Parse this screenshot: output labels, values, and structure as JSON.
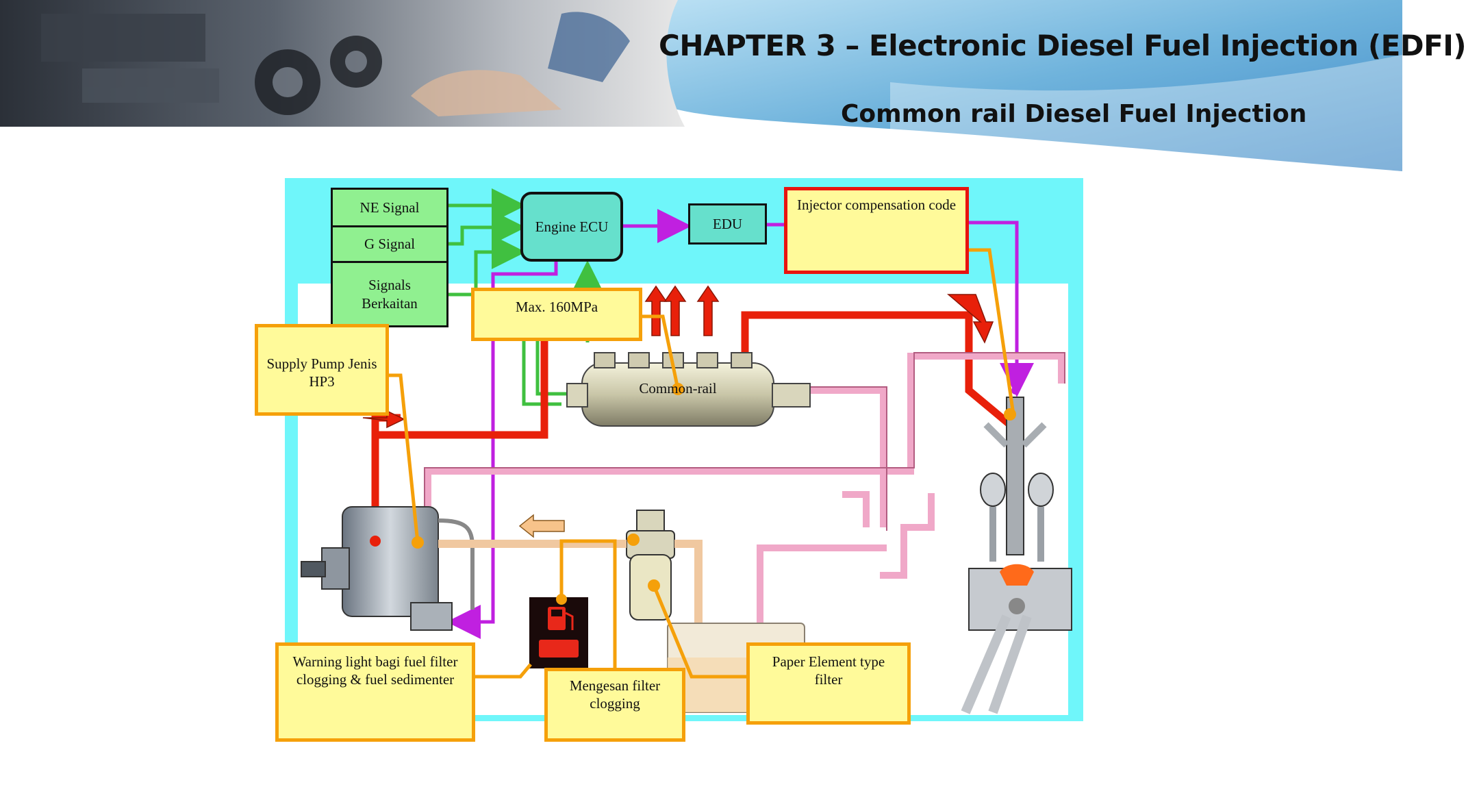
{
  "header": {
    "chapter_title": "CHAPTER 3 – Electronic Diesel Fuel Injection (EDFI)",
    "subtitle": "Common rail Diesel Fuel Injection"
  },
  "diagram": {
    "ne_signal": "NE Signal",
    "g_signal": "G Signal",
    "signals_berkaitan": "Signals\nBerkaitan",
    "engine_ecu": "Engine ECU",
    "edu": "EDU",
    "injector_code": "Injector compensation code",
    "max_pressure": "Max. 160MPa",
    "supply_pump": "Supply Pump Jenis\nHP3",
    "common_rail": "Common-rail",
    "warning_light": "Warning light bagi fuel filter\nclogging & fuel sedimenter",
    "mengesan_filter": "Mengesan filter\nclogging",
    "paper_element": "Paper Element type\nfilter"
  },
  "colors": {
    "cyan_bg": "#6ff6fa",
    "high_pressure": "#e8200a",
    "return_line": "#f0a8c8",
    "signal_line": "#c020e0",
    "sensor_line": "#40c040",
    "callout": "#f5a00a"
  }
}
